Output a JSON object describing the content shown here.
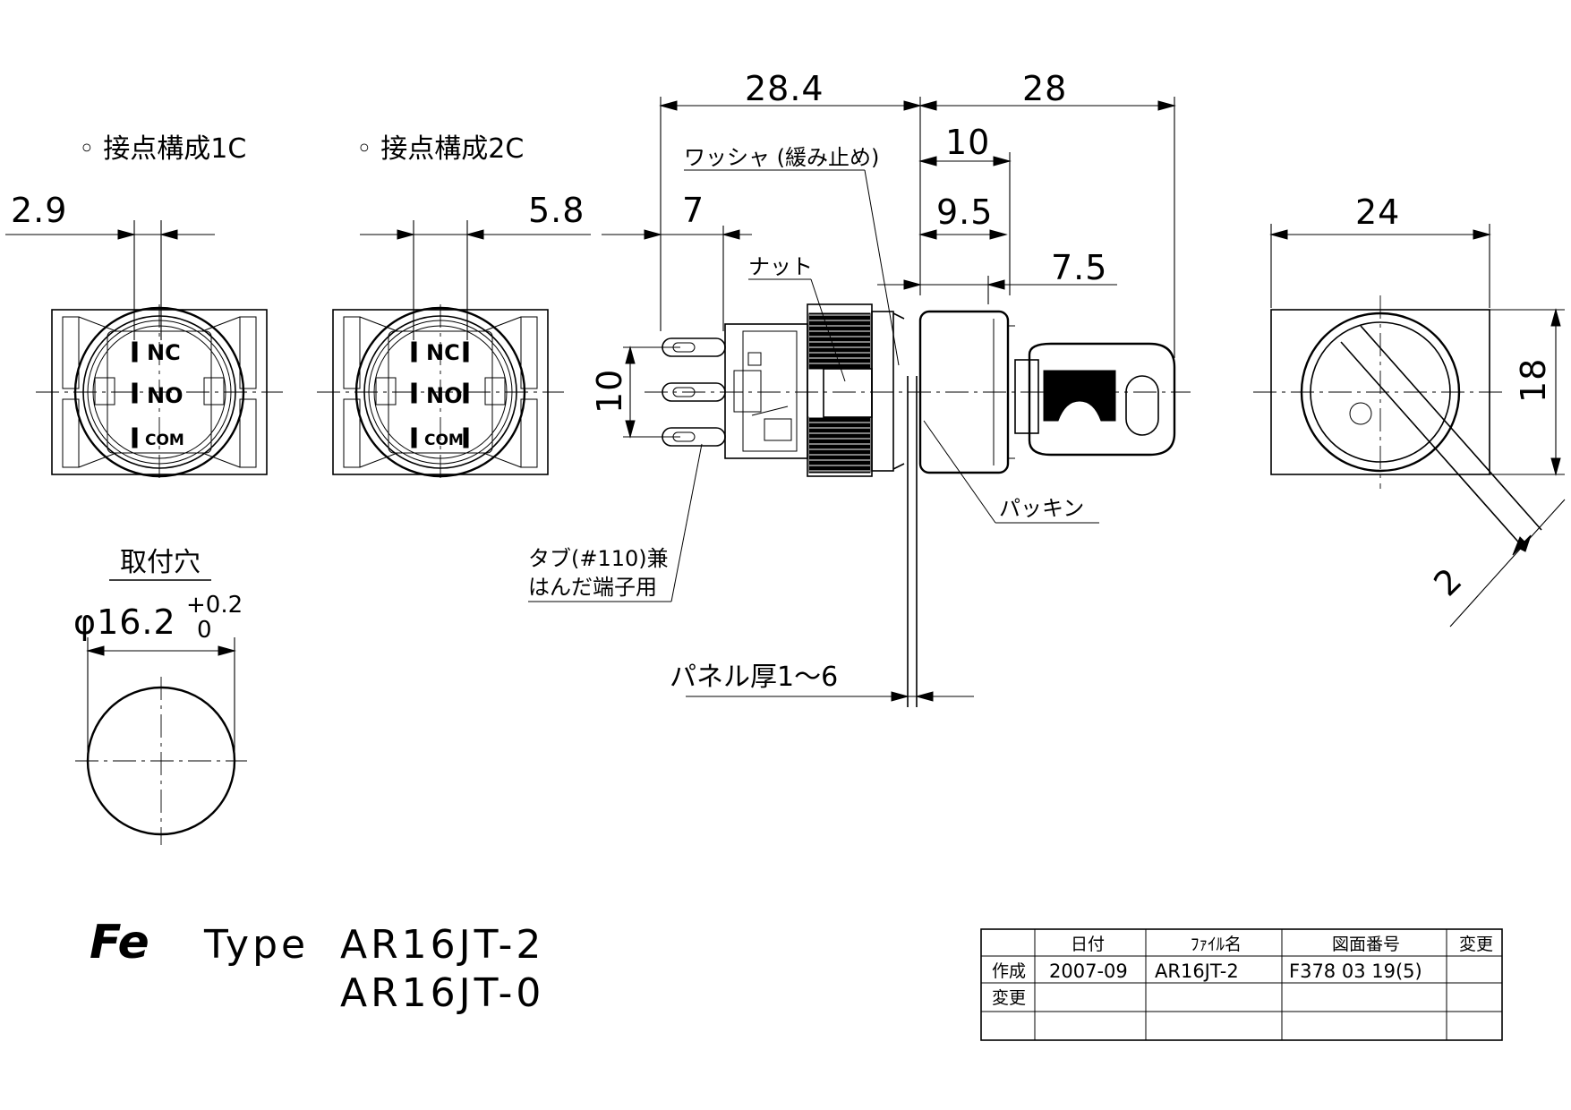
{
  "contacts": {
    "title_1c": "◦ 接点構成1C",
    "title_2c": "◦ 接点構成2C",
    "dim_1c": "2.9",
    "dim_2c": "5.8",
    "terminals": [
      "NC",
      "NO",
      "COM"
    ]
  },
  "mount_hole": {
    "title": "取付穴",
    "diameter": "φ16.2",
    "tol_upper": "+0.2",
    "tol_lower": "0"
  },
  "side_view": {
    "dim_overall_left": "28.4",
    "dim_overall_right": "28",
    "dim_10_top": "10",
    "dim_9_5": "9.5",
    "dim_7": "7",
    "dim_7_5": "7.5",
    "dim_10_vertical": "10",
    "label_washer": "ワッシャ (緩み止め)",
    "label_nut": "ナット",
    "label_packing": "パッキン",
    "label_tab_line1": "タブ(#110)兼",
    "label_tab_line2": "はんだ端子用",
    "label_panel": "パネル厚1～6"
  },
  "front_view": {
    "dim_width": "24",
    "dim_height": "18",
    "dim_key": "2"
  },
  "type_block": {
    "logo": "Fe",
    "type_prefix": "Type",
    "model_1": "AR16JT-2",
    "model_2": "AR16JT-0"
  },
  "title_table": {
    "headers": [
      "",
      "日付",
      "ﾌｧｲﾙ名",
      "図面番号",
      "変更"
    ],
    "rows": [
      [
        "作成",
        "2007-09",
        "AR16JT-2",
        "F378 03 19(5)",
        ""
      ],
      [
        "変更",
        "",
        "",
        "",
        ""
      ],
      [
        "",
        "",
        "",
        "",
        ""
      ]
    ]
  }
}
